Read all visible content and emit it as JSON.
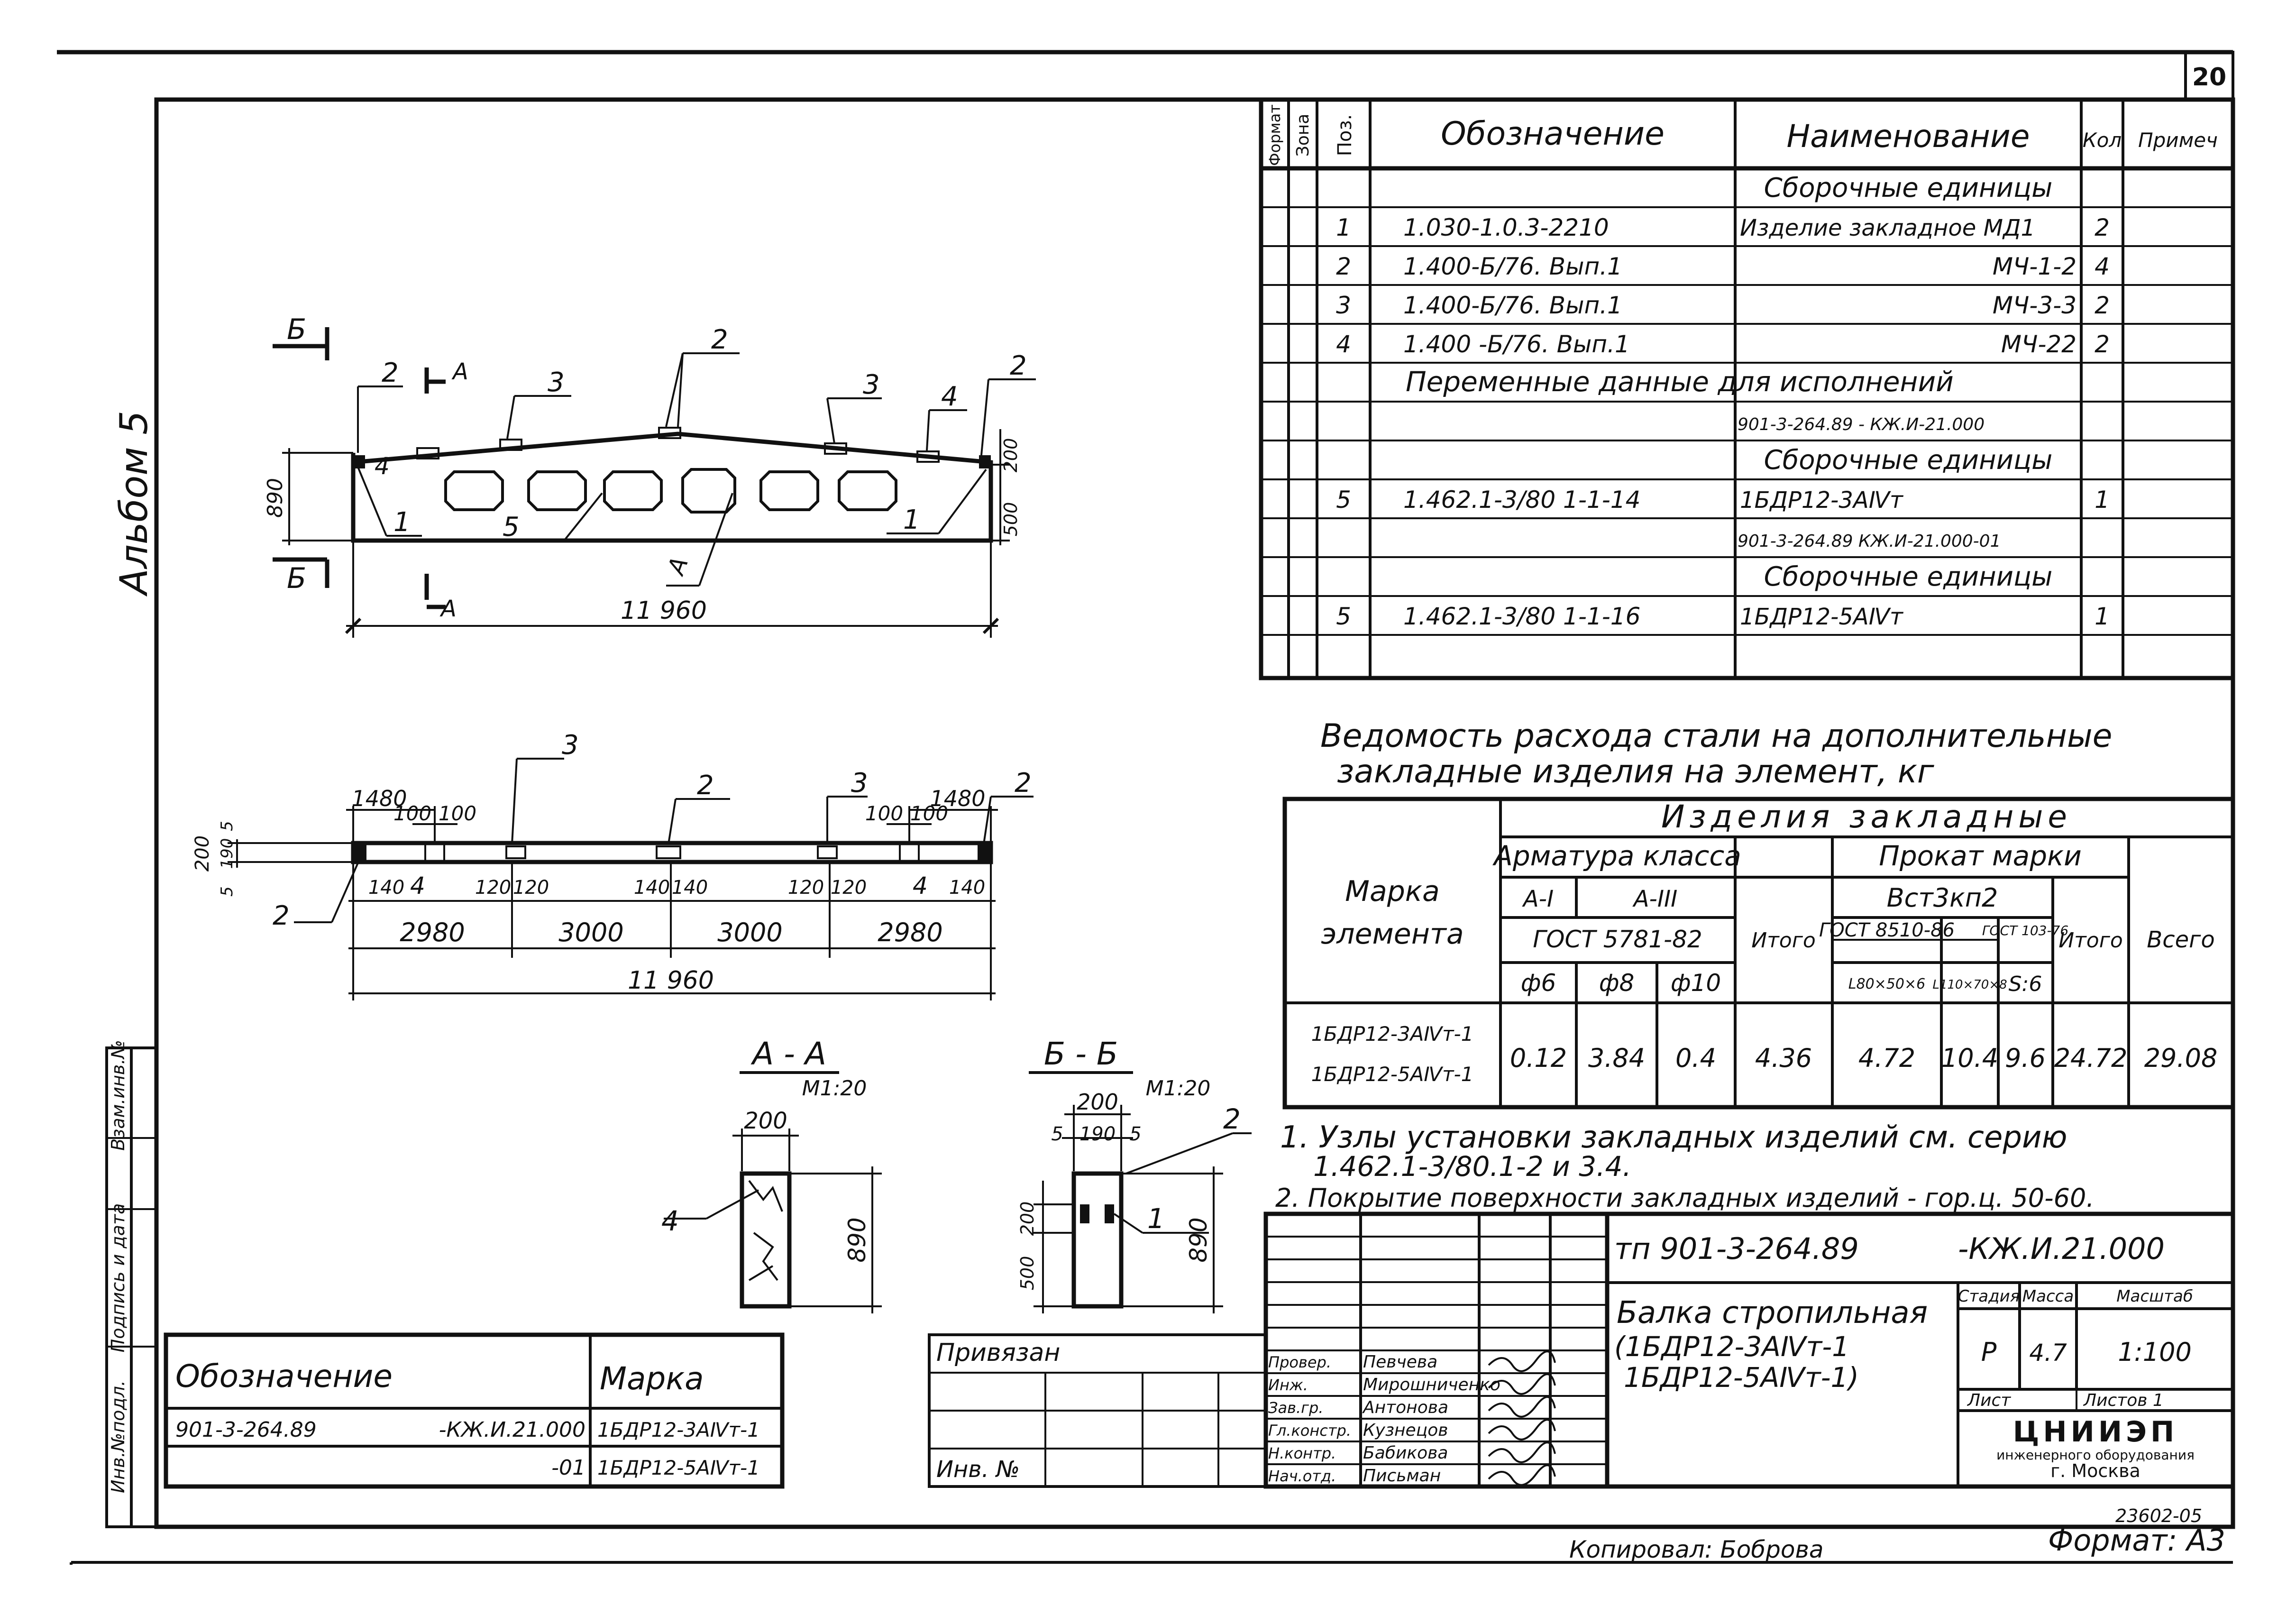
{
  "page_number": "20",
  "album_label": "Альбом 5",
  "spec_table": {
    "headers": {
      "format": "Формат",
      "zone": "Зона",
      "pos": "Поз.",
      "designation": "Обозначение",
      "name": "Наименование",
      "qty": "Кол",
      "note": "Примеч"
    },
    "rows": [
      {
        "pos": "",
        "designation": "",
        "name": "Сборочные единицы",
        "qty": "",
        "kind": "section"
      },
      {
        "pos": "1",
        "designation": "1.030-1.0.3-2210",
        "name": "Изделие закладное МД1",
        "qty": "2",
        "kind": "item"
      },
      {
        "pos": "2",
        "designation": "1.400-Б/76. Вып.1",
        "name": "МЧ-1-2",
        "qty": "4",
        "kind": "item-right"
      },
      {
        "pos": "3",
        "designation": "1.400-Б/76. Вып.1",
        "name": "МЧ-3-3",
        "qty": "2",
        "kind": "item-right"
      },
      {
        "pos": "4",
        "designation": "1.400 -Б/76. Вып.1",
        "name": "МЧ-22",
        "qty": "2",
        "kind": "item-right"
      },
      {
        "pos": "",
        "designation": "",
        "name": "Переменные данные для исполнений",
        "qty": "",
        "kind": "wide"
      },
      {
        "pos": "",
        "designation": "",
        "name": "901-3-264.89 - КЖ.И-21.000",
        "qty": "",
        "kind": "doc"
      },
      {
        "pos": "",
        "designation": "",
        "name": "Сборочные единицы",
        "qty": "",
        "kind": "section"
      },
      {
        "pos": "5",
        "designation": "1.462.1-3/80 1-1-14",
        "name": "1БДР12-3АⅣт",
        "qty": "1",
        "kind": "item"
      },
      {
        "pos": "",
        "designation": "",
        "name": "901-3-264.89 КЖ.И-21.000-01",
        "qty": "",
        "kind": "doc"
      },
      {
        "pos": "",
        "designation": "",
        "name": "Сборочные единицы",
        "qty": "",
        "kind": "section"
      },
      {
        "pos": "5",
        "designation": "1.462.1-3/80 1-1-16",
        "name": "1БДР12-5АⅣт",
        "qty": "1",
        "kind": "item"
      },
      {
        "pos": "",
        "designation": "",
        "name": "",
        "qty": "",
        "kind": "blank"
      }
    ]
  },
  "elevation": {
    "length": "11 960",
    "height": "890",
    "support_height": "500",
    "end_dim": "200",
    "cuts": {
      "b": "Б",
      "a": "А"
    },
    "callouts": [
      "2",
      "2",
      "3",
      "3",
      "4",
      "4",
      "2",
      "1",
      "1",
      "5",
      "А"
    ]
  },
  "plan": {
    "top_dims": [
      "1480",
      "100",
      "100",
      "100",
      "100",
      "1480"
    ],
    "small_dims": [
      "140",
      "120",
      "120",
      "140",
      "140",
      "120",
      "120",
      "140"
    ],
    "spans": [
      "2980",
      "3000",
      "3000",
      "2980"
    ],
    "total": "11 960",
    "left_dims": [
      "200",
      "5",
      "190",
      "5"
    ],
    "callouts": [
      "3",
      "2",
      "3",
      "2",
      "2",
      "4",
      "4"
    ]
  },
  "section_aa": {
    "title": "А - А",
    "scale": "М1:20",
    "width": "200",
    "height": "890",
    "callout": "4"
  },
  "section_bb": {
    "title": "Б - Б",
    "scale": "М1:20",
    "width": "200",
    "sub_dims": [
      "5",
      "190",
      "5"
    ],
    "left_dims": [
      "200",
      "500"
    ],
    "height": "890",
    "callouts": [
      "2",
      "1"
    ]
  },
  "steel_table": {
    "title_line1": "Ведомость расхода стали на дополнительные",
    "title_line2": "закладные изделия на элемент, кг",
    "col_element": "Марка элемента",
    "group_main": "Изделия закладные",
    "group_rebar": "Арматура класса",
    "group_rolled": "Прокат марки",
    "class_a1": "А-I",
    "class_a3": "А-III",
    "gost_rebar": "ГОСТ 5781-82",
    "steel_grade": "Вст3кп2",
    "gost_8510": "ГОСТ 8510-86",
    "gost_103": "ГОСТ 103-76",
    "dia": [
      "ф6",
      "ф8",
      "ф10"
    ],
    "profiles": [
      "L80×50×6",
      "L110×70×8",
      "S:6"
    ],
    "itogo": "Итого",
    "vsego": "Всего",
    "elements": [
      "1БДР12-3АⅣт-1",
      "1БДР12-5АⅣт-1"
    ],
    "values": [
      "0.12",
      "3.84",
      "0.4",
      "4.36",
      "4.72",
      "10.4",
      "9.6",
      "24.72",
      "29.08"
    ]
  },
  "notes": [
    "1. Узлы установки закладных изделий см. серию",
    "1.462.1-3/80.1-2 и 3.4.",
    "2. Покрытие поверхности закладных изделий - гор.ц. 50-60."
  ],
  "title_block": {
    "code": "тп 901-3-264.89",
    "doc": "-КЖ.И.21.000",
    "name_line1": "Балка стропильная",
    "name_line2": "(1БДР12-3АⅣт-1",
    "name_line3": "1БДР12-5АⅣт-1)",
    "stage_h": "Стадия",
    "mass_h": "Масса",
    "scale_h": "Масштаб",
    "stage": "Р",
    "mass": "4.7",
    "scale": "1:100",
    "sheet_h": "Лист",
    "sheets_h": "Листов 1",
    "org_line1": "ЦНИИЭП",
    "org_line2": "инженерного оборудования",
    "org_line3": "г. Москва",
    "roles": [
      "Провер.",
      "Инж.",
      "Зав.гр.",
      "Гл.констр.",
      "Н.контр.",
      "Нач.отд."
    ],
    "names": [
      "Певчева",
      "Мирошниченко",
      "Антонова",
      "Кузнецов",
      "Бабикова",
      "Письман"
    ],
    "privyazan": "Привязан",
    "inv_no": "Инв. №"
  },
  "mark_table": {
    "h_designation": "Обозначение",
    "h_mark": "Марка",
    "row1_des": "901-3-264.89",
    "row1_doc": "-КЖ.И.21.000",
    "row1_mark": "1БДР12-3АⅣт-1",
    "row2_doc": "-01",
    "row2_mark": "1БДР12-5АⅣт-1"
  },
  "side_stamp": [
    "Взам.инв.№",
    "Подпись и дата",
    "Инв.№подл."
  ],
  "footer": {
    "copied": "Копировал: Боброва",
    "format": "Формат: А3",
    "ref": "23602-05"
  }
}
